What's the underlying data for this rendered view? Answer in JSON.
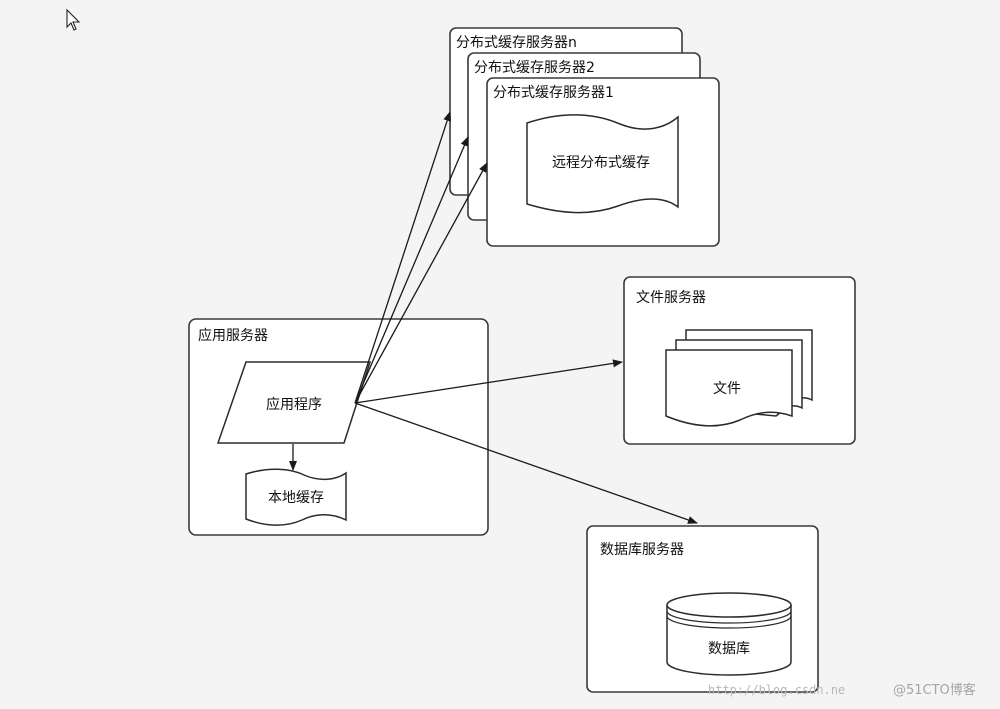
{
  "diagram": {
    "app_server": {
      "title": "应用服务器",
      "program": "应用程序",
      "local_cache": "本地缓存"
    },
    "cache_servers": {
      "server_n": "分布式缓存服务器n",
      "server_2": "分布式缓存服务器2",
      "server_1": "分布式缓存服务器1",
      "remote_cache": "远程分布式缓存"
    },
    "file_server": {
      "title": "文件服务器",
      "file": "文件"
    },
    "db_server": {
      "title": "数据库服务器",
      "database": "数据库"
    }
  },
  "watermark": {
    "url": "http://blog.csdn.ne",
    "brand": "@51CTO博客"
  }
}
